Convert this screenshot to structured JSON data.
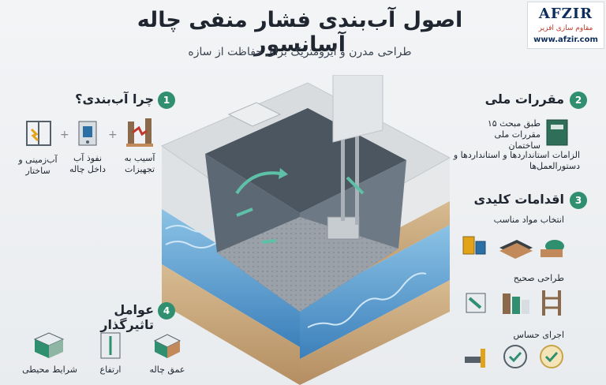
{
  "header": {
    "title": "اصول آب‌بندی فشار منفی چاله آسانسور",
    "subtitle": "طراحی مدرن و ایزومتریک برای حفاظت از سازه"
  },
  "logo": {
    "name": "AFZIR",
    "tagline": "مقاوم سازی افزیر",
    "url": "www.afzir.com"
  },
  "section1": {
    "number": "1",
    "title": "چرا آب‌بندی؟",
    "items": [
      {
        "label": "آسیب به تجهیزات",
        "icon": "damaged-equipment-icon"
      },
      {
        "label": "نفوذ آب داخل چاله",
        "icon": "water-ingress-icon"
      },
      {
        "label": "آب‌زمینی و ساختار",
        "icon": "groundwater-structure-icon"
      }
    ]
  },
  "section2": {
    "number": "2",
    "title": "مقررات ملی",
    "items": [
      "طبق مبحث ۱۵ مقررات ملی ساختمان",
      "الزامات استانداردها و استانداردها و دستورالعمل‌ها"
    ],
    "book_icon": "regulation-book-icon"
  },
  "section3": {
    "number": "3",
    "title": "اقدامات کلیدی",
    "groups": [
      {
        "label": "انتخاب مواد مناسب",
        "icons": [
          "materials-buckets-icon",
          "membrane-layer-icon",
          "membrane-roll-icon"
        ]
      },
      {
        "label": "طراحی صحیح",
        "icons": [
          "drainage-detail-icon",
          "layered-wall-icon",
          "formwork-icon"
        ]
      },
      {
        "label": "اجرای حساس",
        "icons": [
          "sealant-gun-icon",
          "quality-badge-icon",
          "approved-badge-icon"
        ]
      }
    ]
  },
  "section4": {
    "number": "4",
    "title": "عوامل تاثیرگذار",
    "items": [
      {
        "label": "عمق چاله",
        "icon": "pit-depth-icon"
      },
      {
        "label": "ارتفاع",
        "icon": "height-icon"
      },
      {
        "label": "شرایط محیطی",
        "icon": "environment-icon"
      }
    ]
  },
  "colors": {
    "accent": "#2f8f6f",
    "water": "#5a9fd0",
    "concrete": "#dfe2e5",
    "soil": "#c9a57a"
  }
}
